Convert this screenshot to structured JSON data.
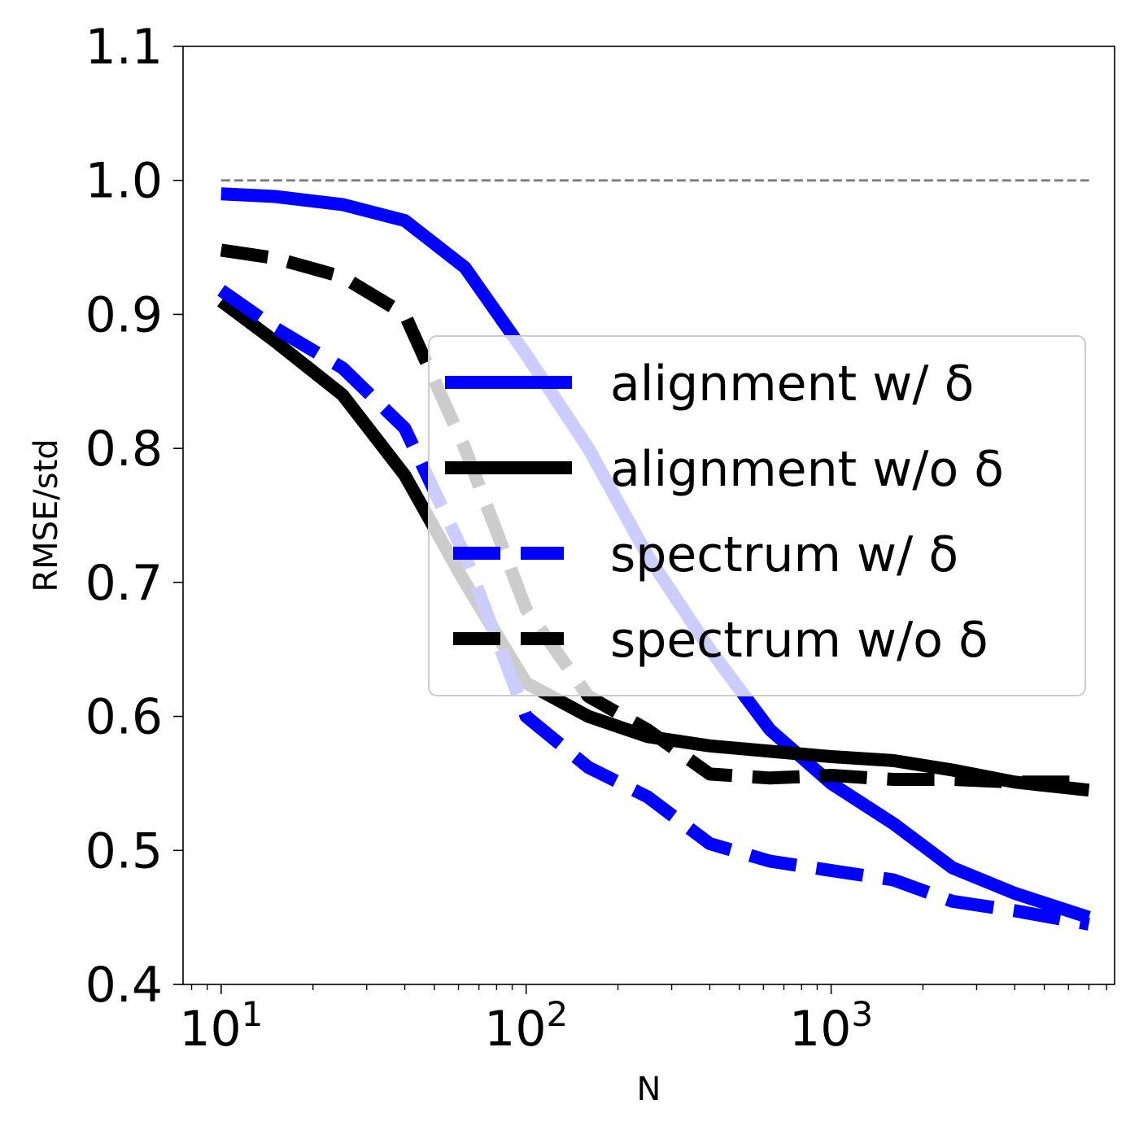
{
  "chart_data": {
    "type": "line",
    "xlabel": "N",
    "ylabel": "RMSE/std",
    "xscale": "log",
    "xlim": [
      7.5,
      8500
    ],
    "ylim": [
      0.4,
      1.1
    ],
    "x_ticks": [
      {
        "value": 10,
        "base": "10",
        "exp": "1"
      },
      {
        "value": 100,
        "base": "10",
        "exp": "2"
      },
      {
        "value": 1000,
        "base": "10",
        "exp": "3"
      }
    ],
    "y_ticks": [
      "0.4",
      "0.5",
      "0.6",
      "0.7",
      "0.8",
      "0.9",
      "1.0",
      "1.1"
    ],
    "grid": false,
    "legend_position": "center-right",
    "reference_line": {
      "y": 1.0,
      "x_range": [
        10,
        7000
      ],
      "color": "#808080",
      "style": "dashed"
    },
    "series": [
      {
        "name": "alignment w/ δ",
        "color": "#0000ff",
        "style": "solid",
        "x": [
          10,
          15,
          25,
          40,
          63,
          100,
          160,
          250,
          400,
          630,
          1000,
          1600,
          2500,
          4000,
          7000
        ],
        "y": [
          0.99,
          0.988,
          0.982,
          0.97,
          0.935,
          0.87,
          0.8,
          0.72,
          0.65,
          0.59,
          0.55,
          0.52,
          0.487,
          0.468,
          0.45
        ]
      },
      {
        "name": "alignment w/o δ",
        "color": "#000000",
        "style": "solid",
        "x": [
          10,
          15,
          25,
          40,
          63,
          100,
          160,
          250,
          400,
          630,
          1000,
          1600,
          2500,
          4000,
          7000
        ],
        "y": [
          0.91,
          0.88,
          0.84,
          0.78,
          0.7,
          0.625,
          0.6,
          0.585,
          0.578,
          0.574,
          0.57,
          0.567,
          0.56,
          0.551,
          0.545
        ]
      },
      {
        "name": "spectrum w/ δ",
        "color": "#0000ff",
        "style": "dashed",
        "x": [
          10,
          15,
          25,
          40,
          63,
          100,
          160,
          250,
          400,
          630,
          1000,
          1600,
          2500,
          4000,
          7000
        ],
        "y": [
          0.918,
          0.89,
          0.86,
          0.815,
          0.72,
          0.6,
          0.562,
          0.54,
          0.505,
          0.492,
          0.485,
          0.478,
          0.462,
          0.455,
          0.445
        ]
      },
      {
        "name": "spectrum w/o δ",
        "color": "#000000",
        "style": "dashed",
        "x": [
          10,
          15,
          25,
          40,
          63,
          100,
          160,
          250,
          400,
          630,
          1000,
          1600,
          2500,
          4000,
          7000
        ],
        "y": [
          0.948,
          0.942,
          0.928,
          0.9,
          0.8,
          0.68,
          0.615,
          0.59,
          0.557,
          0.554,
          0.556,
          0.553,
          0.553,
          0.551,
          0.551
        ]
      }
    ]
  }
}
